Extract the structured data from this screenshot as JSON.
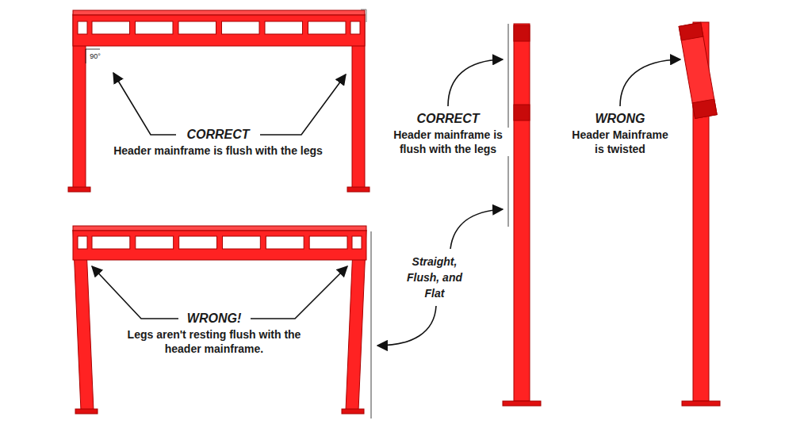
{
  "diagram": {
    "labels": [
      "90°",
      "CORRECT",
      "Header mainframe is flush with the legs",
      "WRONG!",
      "Legs aren't resting flush with the header mainframe.",
      "CORRECT",
      "Header mainframe is flush with the legs",
      "Straight, Flush, and Flat",
      "WRONG",
      "Header Mainframe is twisted"
    ]
  }
}
